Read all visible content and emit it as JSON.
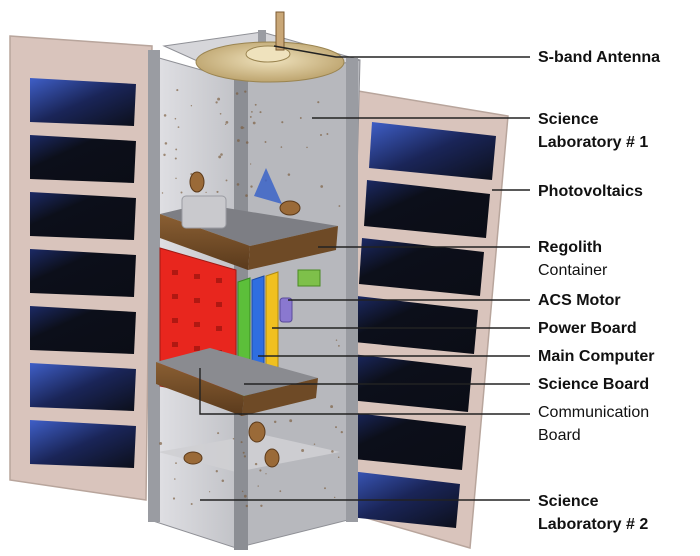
{
  "labels": {
    "s_band_antenna": "S-band Antenna",
    "science_lab_1": [
      "Science",
      "Laboratory # 1"
    ],
    "photovoltaics": "Photovoltaics",
    "regolith_container": [
      "Regolith",
      "Container"
    ],
    "acs_motor": "ACS Motor",
    "power_board": "Power Board",
    "main_computer": "Main Computer",
    "science_board": "Science Board",
    "communication_board": [
      "Communication",
      "Board"
    ],
    "science_lab_2": [
      "Science",
      "Laboratory # 2"
    ]
  },
  "colors": {
    "solar_frame": "#d9c4bc",
    "solar_cell": "#0c0f1a",
    "solar_cell_highlight": "#2c3f8a",
    "chassis_gray": "#c9c9cd",
    "rail_gray": "#9a9ca2",
    "antenna_tan": "#d4c196",
    "regolith_brown": "#6e4a26",
    "red_board": "#e8261e",
    "green_board": "#5cbf3a",
    "blue_board": "#2f6ee0",
    "yellow_board": "#f0c020",
    "acs_motor_purple": "#8a78d0",
    "leader_line": "#222222"
  }
}
